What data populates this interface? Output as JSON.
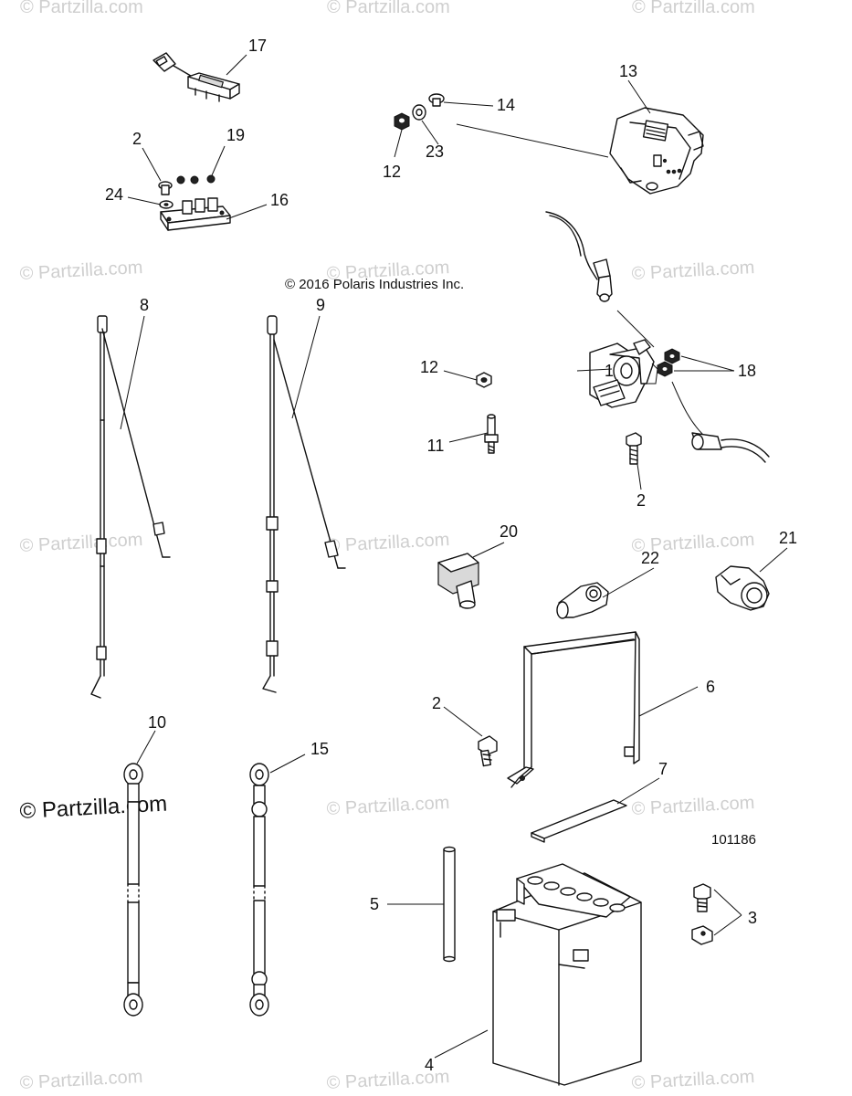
{
  "watermark": "© Partzilla.com",
  "copyright": "© 2016 Polaris Industries Inc.",
  "figure_id": "101186",
  "callouts": [
    "1",
    "2",
    "2",
    "2",
    "3",
    "4",
    "5",
    "6",
    "7",
    "8",
    "9",
    "10",
    "11",
    "12",
    "12",
    "13",
    "14",
    "15",
    "16",
    "17",
    "18",
    "19",
    "20",
    "21",
    "22",
    "23",
    "24"
  ]
}
